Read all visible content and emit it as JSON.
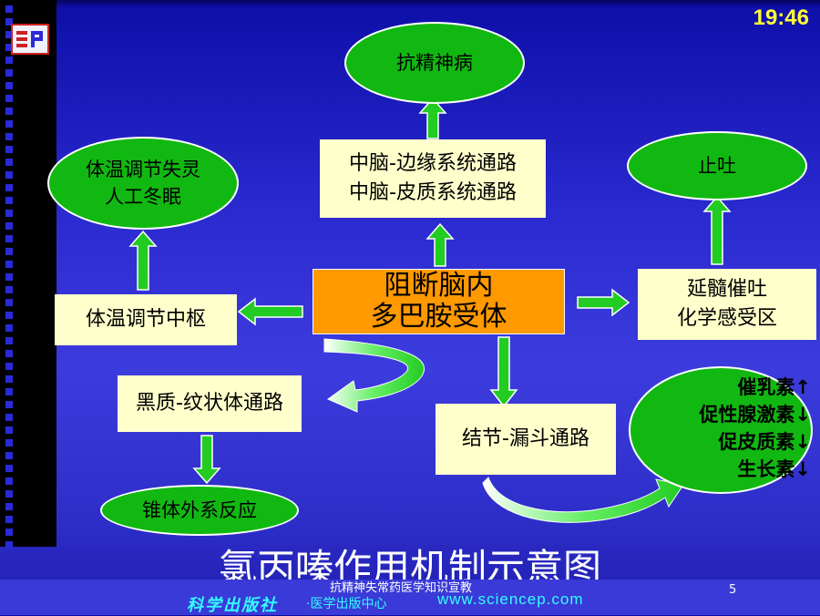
{
  "clock": "19:46",
  "diagram": {
    "center": {
      "line1": "阻断脑内",
      "line2": "多巴胺受体"
    },
    "top_box": {
      "line1": "中脑-边缘系统通路",
      "line2": "中脑-皮质系统通路"
    },
    "top_ellipse": "抗精神病",
    "left_box": "体温调节中枢",
    "left_ellipse": {
      "line1": "体温调节失灵",
      "line2": "人工冬眠"
    },
    "right_box": {
      "line1": "延髓催吐",
      "line2": "化学感受区"
    },
    "right_ellipse": "止吐",
    "nigro_box": "黑质-纹状体通路",
    "nigro_ellipse": "锥体外系反应",
    "tubero_box": "结节-漏斗通路",
    "hormones": [
      "催乳素↑",
      "促性腺激素↓",
      "促皮质素↓",
      "生长素↓"
    ]
  },
  "title": "氯丙嗪作用机制示意图",
  "footer": {
    "subtitle": "抗精神失常药医学知识宣教",
    "page": "5",
    "publisher": "科学出版社",
    "center": "·医学出版中心",
    "url": "www.sciencep.com"
  },
  "colors": {
    "arrow": "#22cc22",
    "ellipse": "#12b812",
    "box": "#ffffcc",
    "center": "#ff9900",
    "clock": "#ffff33"
  }
}
